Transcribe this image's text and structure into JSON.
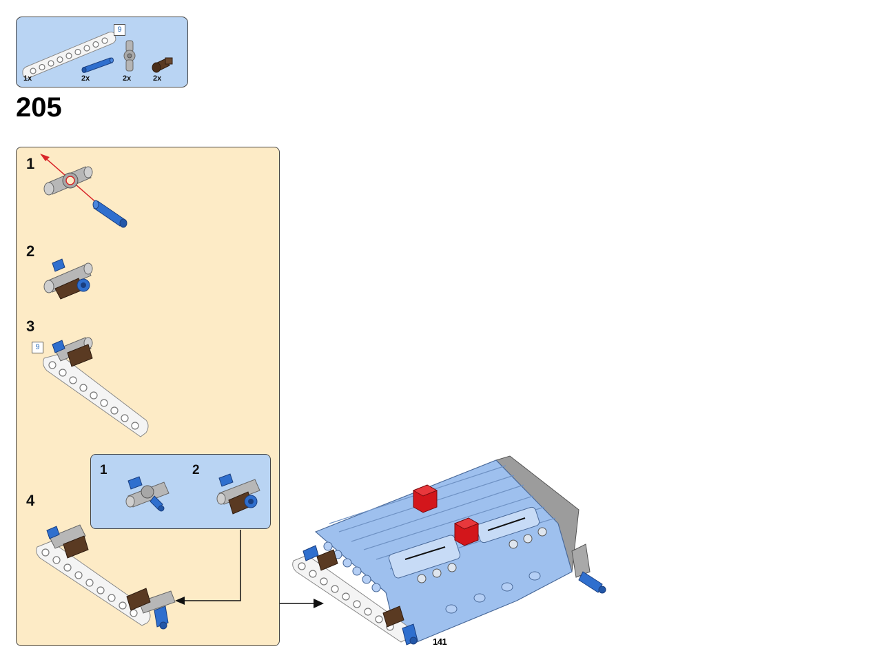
{
  "parts_list": {
    "items": [
      {
        "name": "white-liftarm-9",
        "qty": "1x",
        "length_badge": "9",
        "color": "#f4f4f4"
      },
      {
        "name": "blue-axle-pin",
        "qty": "2x",
        "color": "#2f6fce"
      },
      {
        "name": "gray-cross-block",
        "qty": "2x",
        "color": "#a9a9a9"
      },
      {
        "name": "brown-pin",
        "qty": "2x",
        "color": "#5a3a22"
      }
    ],
    "bg_color": "#b9d4f3"
  },
  "step": {
    "number": "205"
  },
  "substeps": [
    {
      "label": "1"
    },
    {
      "label": "2"
    },
    {
      "label": "3",
      "length_badge": "9"
    },
    {
      "label": "4"
    }
  ],
  "callout": {
    "labels": [
      "1",
      "2"
    ]
  },
  "page": {
    "number": "141"
  },
  "colors": {
    "panel_bg": "#fdebc6",
    "callout_bg": "#b9d4f3",
    "model_blue": "#9ec0ee",
    "arrow_red": "#d8262a",
    "brick_red": "#d3161b"
  }
}
